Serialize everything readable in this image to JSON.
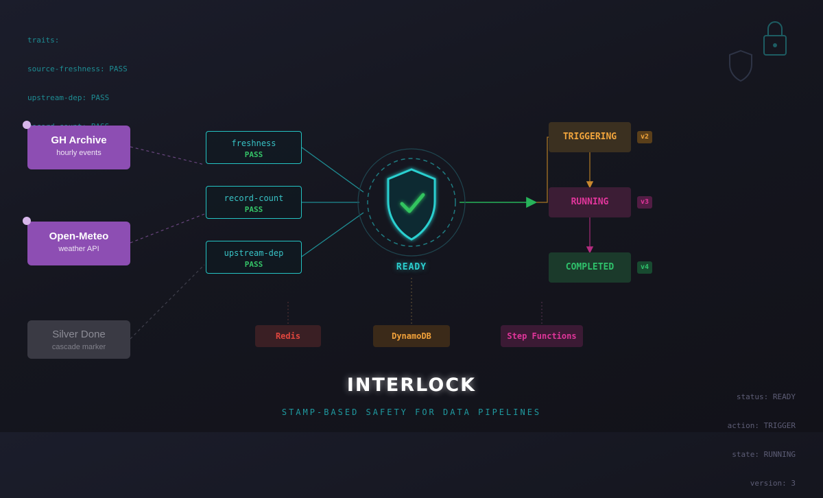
{
  "traits_block": {
    "header": "traits:",
    "lines": [
      "source-freshness: PASS",
      "upstream-dep: PASS",
      "record-count: PASS"
    ]
  },
  "sources": [
    {
      "title": "GH Archive",
      "subtitle": "hourly events"
    },
    {
      "title": "Open-Meteo",
      "subtitle": "weather API"
    },
    {
      "title": "Silver Done",
      "subtitle": "cascade marker"
    }
  ],
  "checks": [
    {
      "name": "freshness",
      "status": "PASS"
    },
    {
      "name": "record-count",
      "status": "PASS"
    },
    {
      "name": "upstream-dep",
      "status": "PASS"
    }
  ],
  "gate": {
    "label": "READY"
  },
  "states": [
    {
      "label": "TRIGGERING",
      "version": "v2"
    },
    {
      "label": "RUNNING",
      "version": "v3"
    },
    {
      "label": "COMPLETED",
      "version": "v4"
    }
  ],
  "infra": [
    "Redis",
    "DynamoDB",
    "Step Functions"
  ],
  "status_block": {
    "lines": [
      "status: READY",
      "action: TRIGGER",
      "state: RUNNING",
      "version: 3"
    ]
  },
  "brand": {
    "title": "INTERLOCK",
    "tagline": "STAMP-BASED SAFETY FOR DATA PIPELINES"
  },
  "colors": {
    "teal": "#24c4c4",
    "pass_green": "#35c468",
    "source_purple": "#8d4eb3",
    "triggering_amber": "#f2a53c",
    "running_magenta": "#e2369c",
    "completed_green": "#2fc16b",
    "redis_red": "#e0463e"
  },
  "icons": [
    "shield-check-icon",
    "lock-icon",
    "shield-outline-icon",
    "arrow-right-icon",
    "arrow-down-icon"
  ]
}
